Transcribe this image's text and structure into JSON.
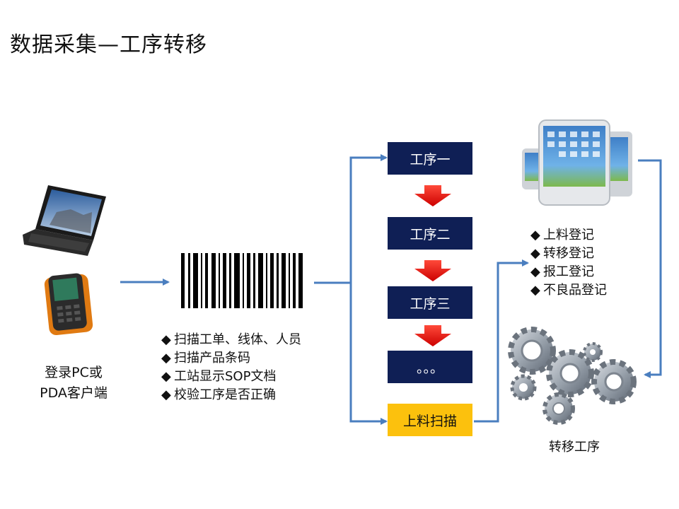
{
  "title": "数据采集—工序转移",
  "left_caption": {
    "line1": "登录PC或",
    "line2": "PDA客户端"
  },
  "scan_bullets": {
    "marker": "◆",
    "items": [
      "扫描工单、线体、人员",
      "扫描产品条码",
      "工站显示SOP文档",
      "校验工序是否正确"
    ]
  },
  "steps": [
    {
      "label": "工序一",
      "style": "navy"
    },
    {
      "label": "工序二",
      "style": "navy"
    },
    {
      "label": "工序三",
      "style": "navy"
    },
    {
      "label": "。。。",
      "style": "navy"
    },
    {
      "label": "上料扫描",
      "style": "gold"
    }
  ],
  "register_bullets": {
    "marker": "◆",
    "items": [
      "上料登记",
      "转移登记",
      "报工登记",
      "不良品登记"
    ]
  },
  "right_caption": "转移工序",
  "colors": {
    "navy": "#0f1f55",
    "gold": "#fcc10d",
    "arrow_blue": "#4a7ebf",
    "arrow_red": "#e11b1b"
  }
}
